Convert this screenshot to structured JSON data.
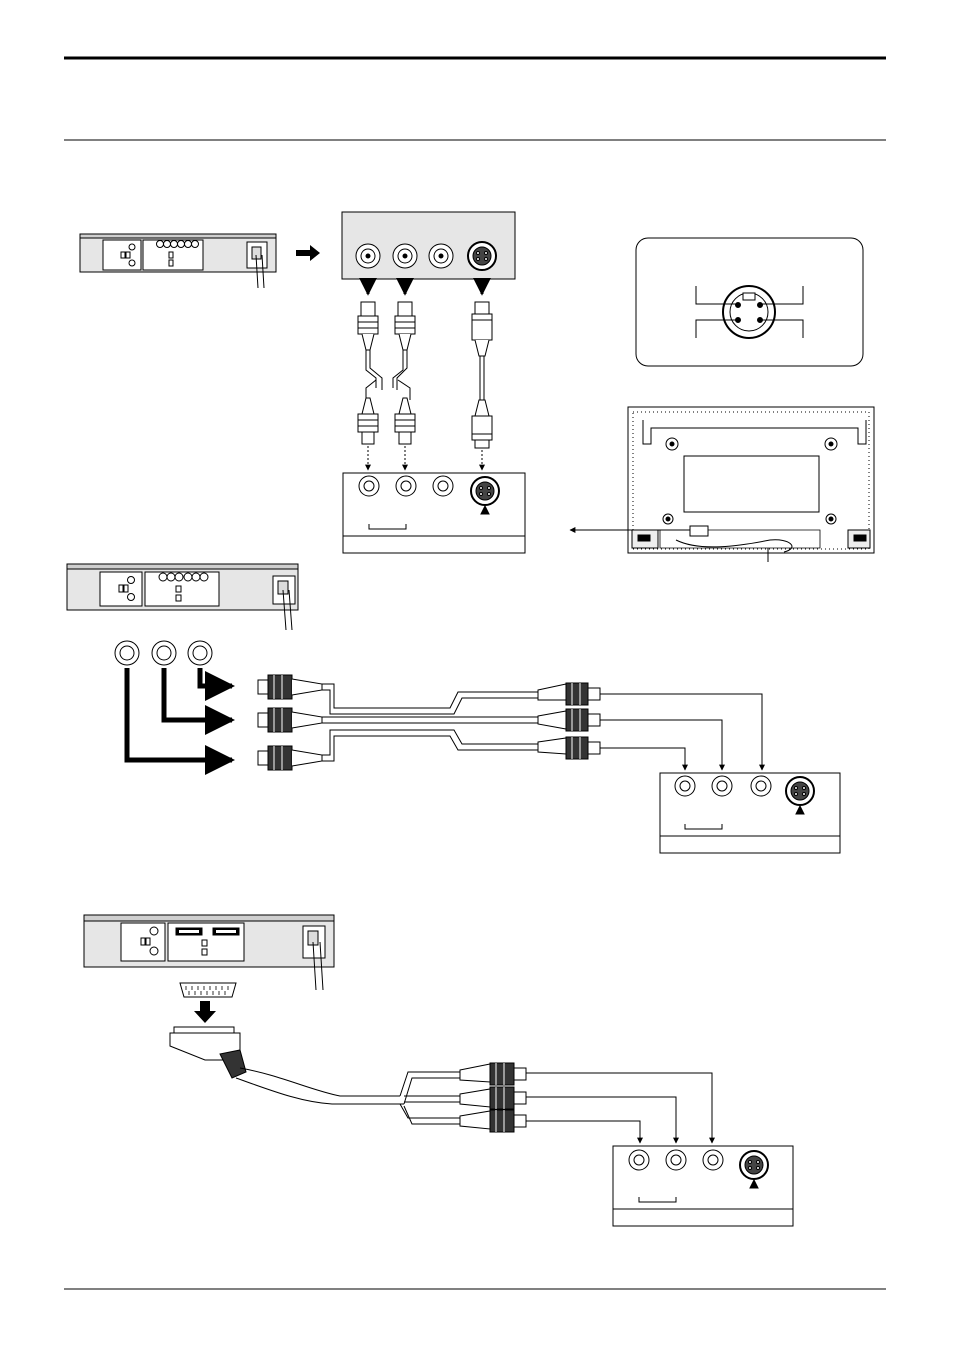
{
  "document": {
    "type": "connection diagram page",
    "header_rule": true,
    "sub_rule": true,
    "footer_rule": true,
    "visible_text": []
  },
  "sections": [
    {
      "name": "s-video-and-audio-connection",
      "sources": [
        "av-source-deck-1"
      ],
      "cables": [
        "rca-audio-pair",
        "s-video-cable"
      ],
      "target": "display-terminal-panel-1"
    },
    {
      "name": "component-video-connection",
      "sources": [
        "av-source-deck-2"
      ],
      "cables": [
        "rca-triple-cable"
      ],
      "target": "display-terminal-panel-2"
    },
    {
      "name": "scart-connection",
      "sources": [
        "av-source-deck-3"
      ],
      "cables": [
        "scart-to-rca-cable"
      ],
      "target": "display-terminal-panel-3"
    }
  ],
  "icons": [
    "rca-jack-icon",
    "s-video-jack-icon",
    "rca-plug-icon",
    "s-video-plug-icon",
    "scart-plug-icon",
    "arrow-icon",
    "s-video-pin-diagram-icon",
    "monitor-rear-view-icon"
  ],
  "colors": {
    "line": "#000000",
    "background": "#ffffff",
    "device_fill": "#e6e6e6",
    "plug_fill": "#ffffff"
  }
}
